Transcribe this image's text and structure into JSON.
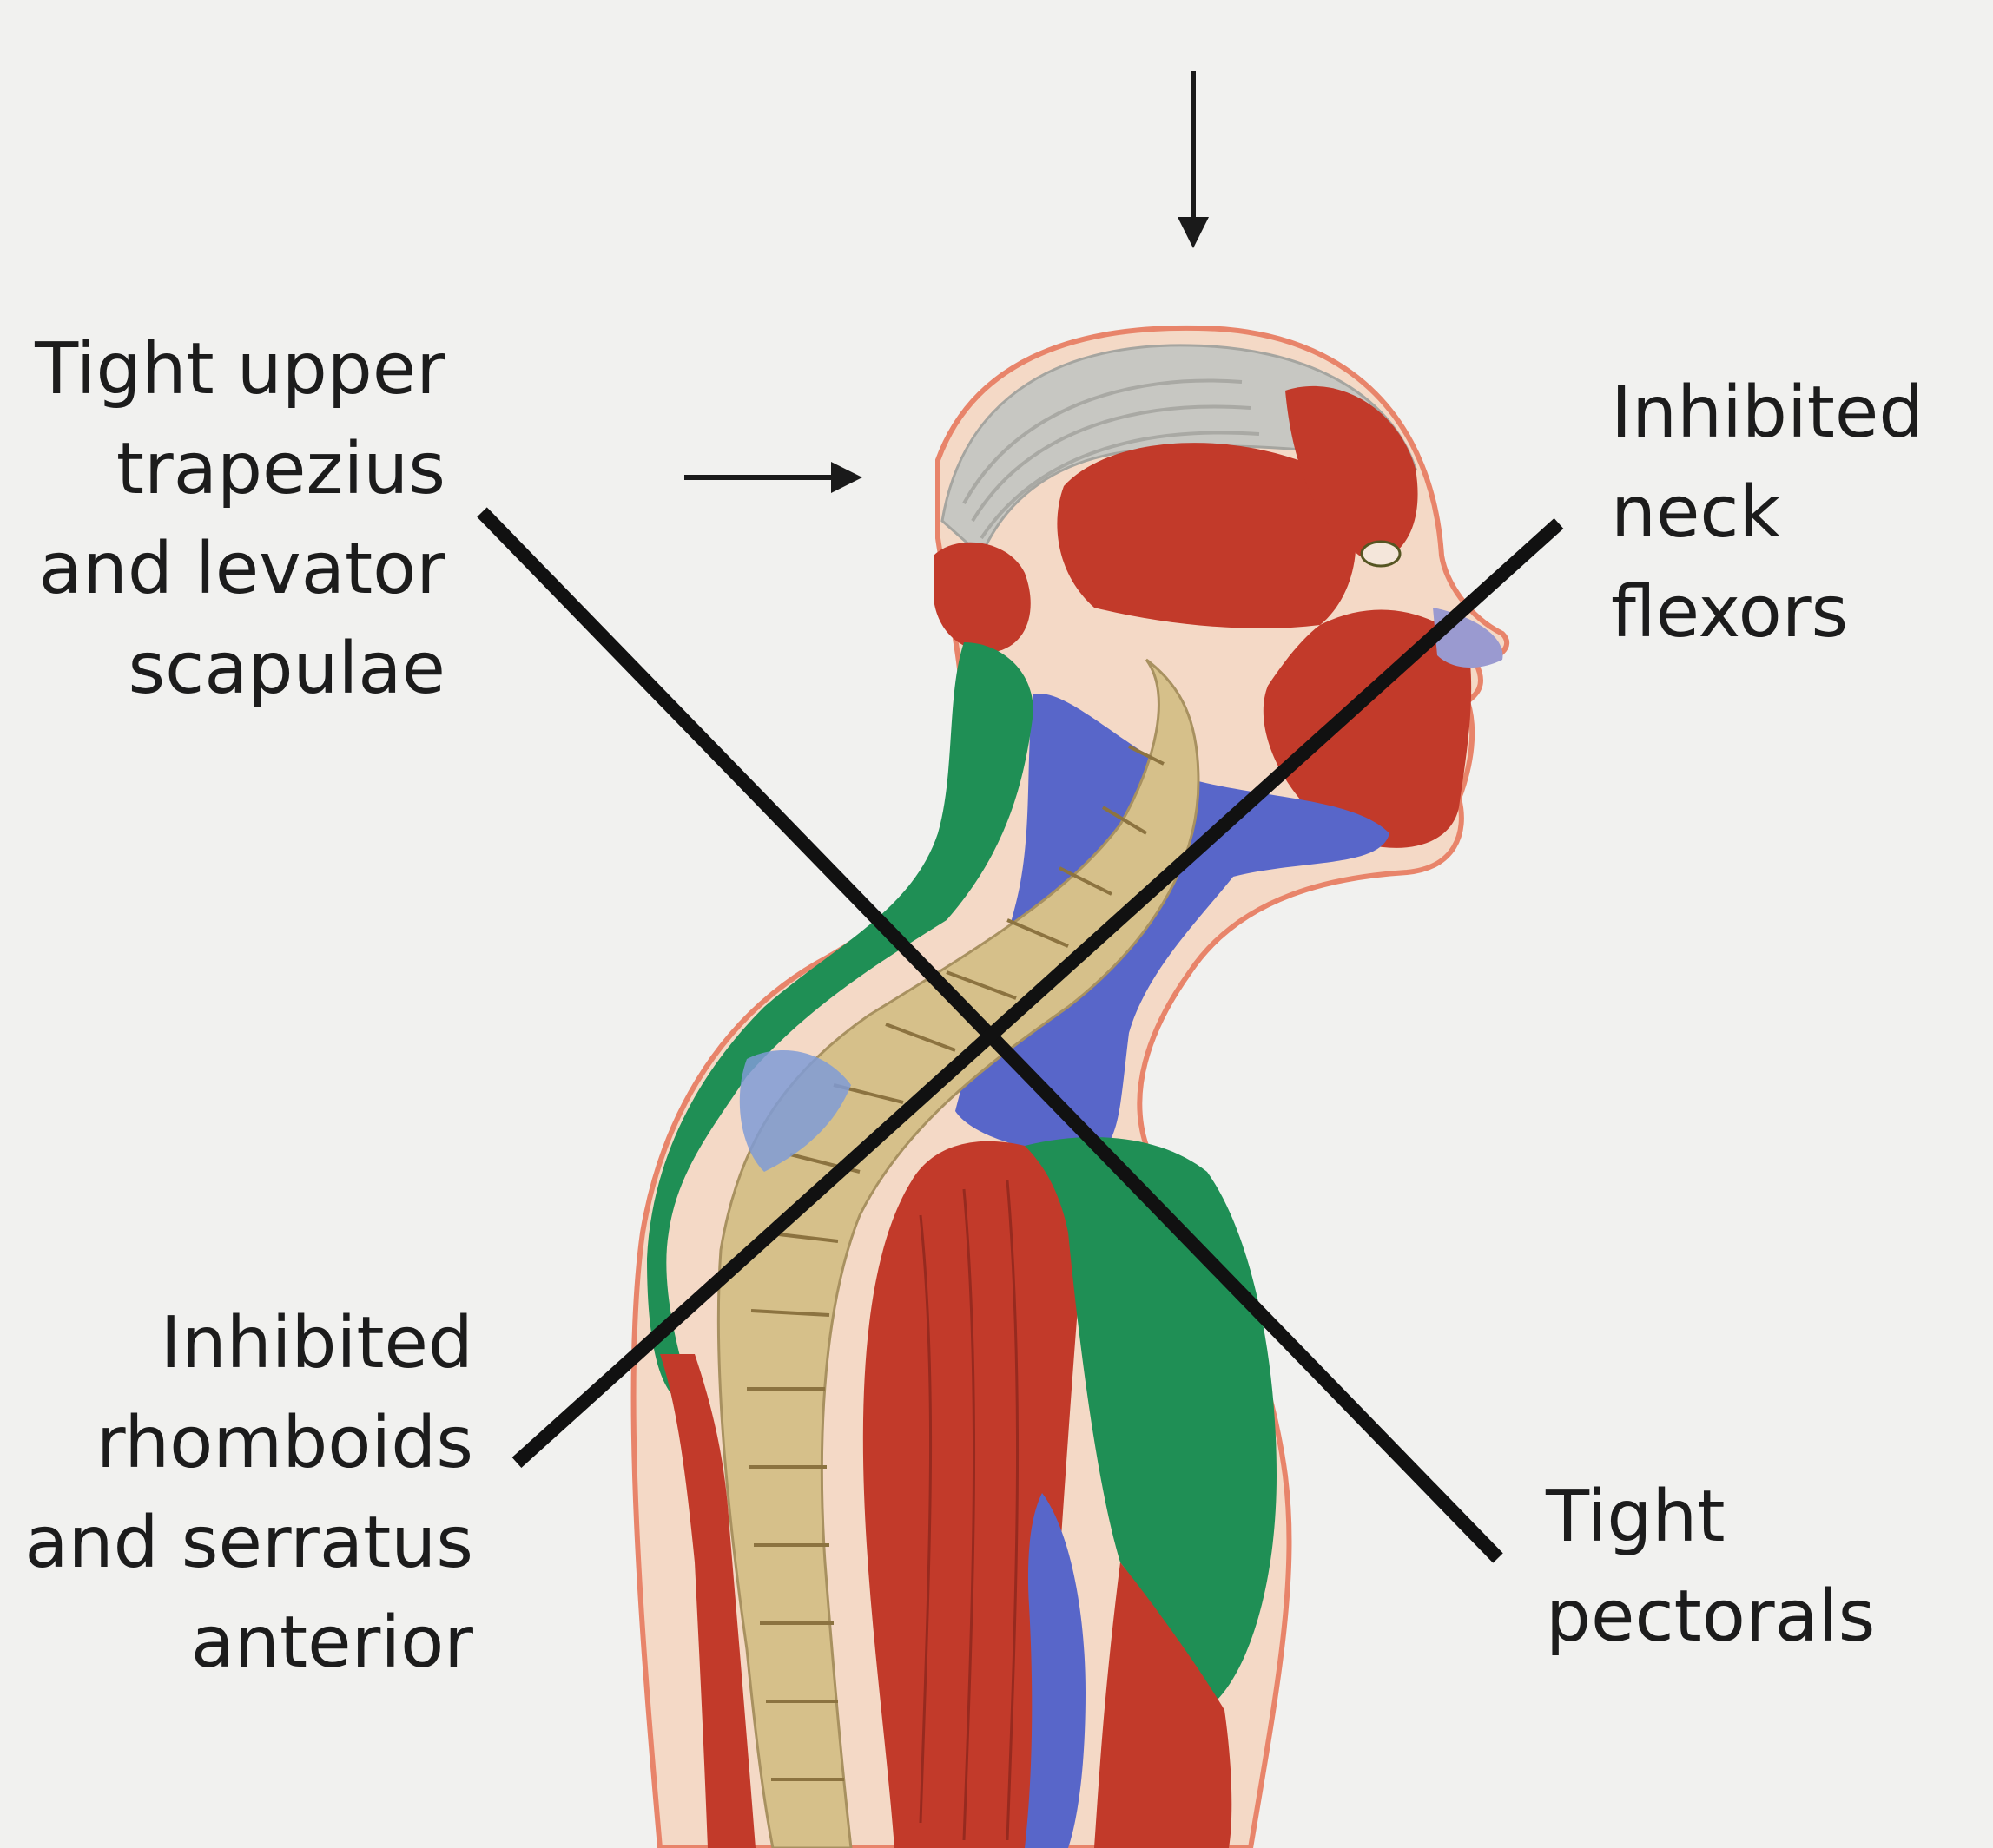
{
  "labels": {
    "tight_upper_trapezius": [
      "Tight upper",
      "trapezius",
      "and levator",
      "scapulae"
    ],
    "inhibited_neck_flexors": [
      "Inhibited",
      "neck",
      "flexors"
    ],
    "inhibited_rhomboids": [
      "Inhibited",
      "rhomboids",
      "and serratus",
      "anterior"
    ],
    "tight_pectorals": [
      "Tight",
      "pectorals"
    ]
  },
  "colors": {
    "background": "#f1f1ef",
    "tight_muscle": "#1f8f55",
    "inhibited_muscle": "#5866c9",
    "other_muscle": "#c23a2a",
    "bone": "#d6c08a",
    "skin_outline": "#e8846a",
    "cross_line": "#111111"
  }
}
